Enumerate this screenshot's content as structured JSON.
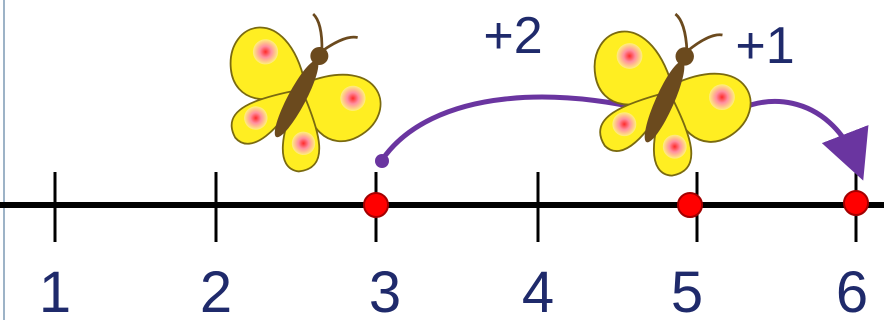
{
  "diagram": {
    "type": "number-line-addition",
    "ticks": [
      "1",
      "2",
      "3",
      "4",
      "5",
      "6"
    ],
    "highlighted_points": [
      3,
      5,
      6
    ],
    "jumps": [
      {
        "from": 3,
        "to": 5,
        "label": "+2"
      },
      {
        "from": 5,
        "to": 6,
        "label": "+1"
      }
    ],
    "colors": {
      "axis": "#000000",
      "label": "#1f2a6b",
      "point": "#ff0000",
      "arc": "#6a35a0",
      "butterfly_wing": "#ffee22",
      "butterfly_body": "#6b4a1e",
      "left_border": "#9db3c7"
    },
    "butterflies": [
      "butterfly-icon",
      "butterfly-icon"
    ]
  }
}
